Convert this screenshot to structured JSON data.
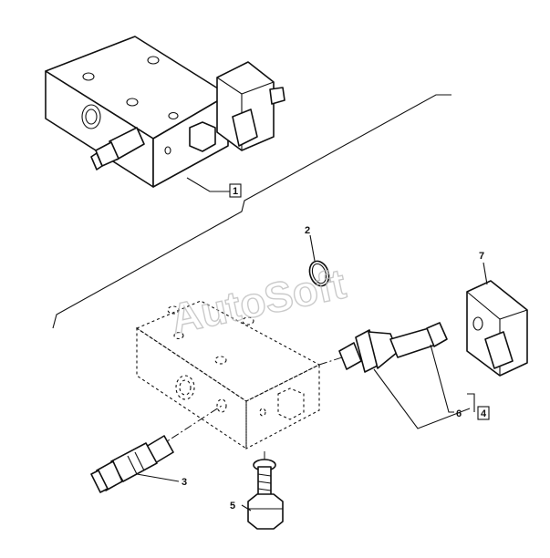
{
  "watermark": "AutoSoft",
  "callouts": {
    "c1": "1",
    "c2": "2",
    "c3": "3",
    "c4": "4",
    "c5": "5",
    "c6": "6",
    "c7": "7"
  }
}
